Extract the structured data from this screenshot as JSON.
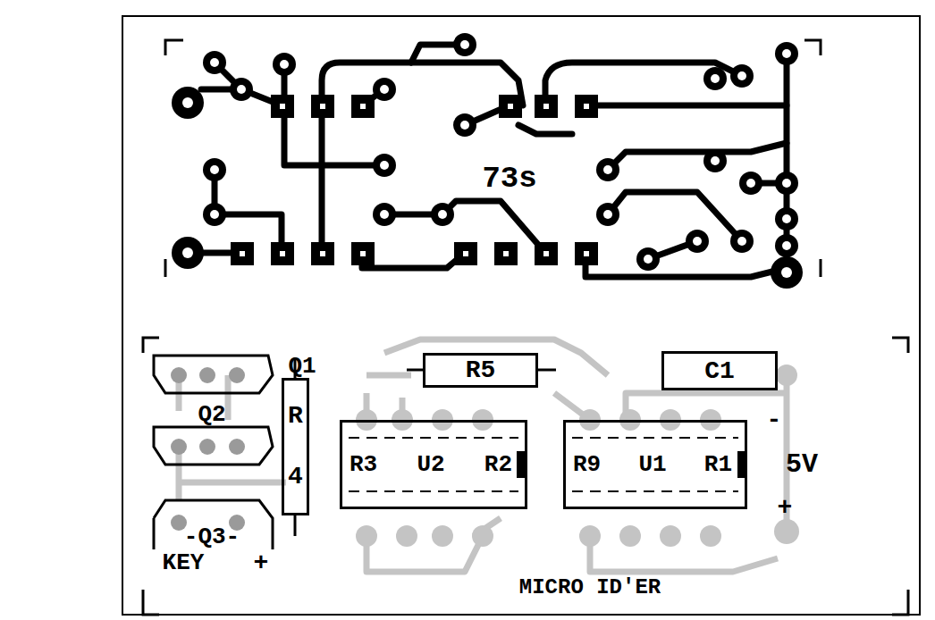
{
  "diagram": {
    "nodes": [
      {
        "text": [
          "R5"
        ]
      },
      {
        "text": [
          "C1"
        ]
      },
      {
        "text": [
          "R 4"
        ]
      },
      {
        "text": [
          "R3",
          "U2",
          "R2"
        ]
      },
      {
        "text": [
          "R9",
          "U1",
          "R1"
        ]
      }
    ],
    "labels": [
      "73s",
      "Q1",
      "Q2",
      "-Q3-",
      "KEY",
      "+",
      "5V",
      "-",
      "+",
      "MICRO ID'ER"
    ]
  }
}
